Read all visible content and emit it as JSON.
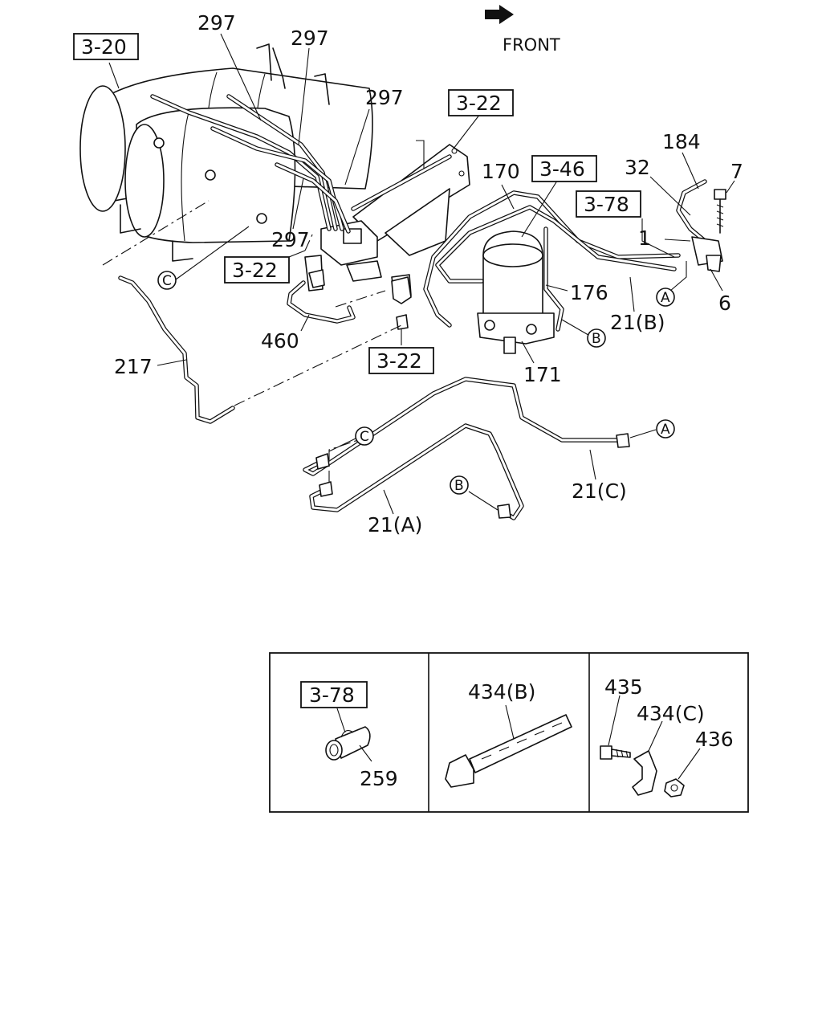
{
  "front_label": "FRONT",
  "refs": {
    "r_3_20": "3-20",
    "r_3_22_top": "3-22",
    "r_3_22_left": "3-22",
    "r_3_22_mid": "3-22",
    "r_3_46": "3-46",
    "r_3_78": "3-78",
    "r_3_78_inset": "3-78"
  },
  "parts": {
    "p297_a": "297",
    "p297_b": "297",
    "p297_c": "297",
    "p297_d": "297",
    "p170": "170",
    "p184": "184",
    "p7": "7",
    "p32": "32",
    "p1": "1",
    "p176": "176",
    "p21b": "21(B)",
    "p6": "6",
    "p171": "171",
    "p217": "217",
    "p460": "460",
    "p21c": "21(C)",
    "p21a": "21(A)",
    "p259": "259",
    "p434b": "434(B)",
    "p435": "435",
    "p434c": "434(C)",
    "p436": "436"
  },
  "markers": {
    "a": "A",
    "b": "B",
    "c": "C"
  }
}
